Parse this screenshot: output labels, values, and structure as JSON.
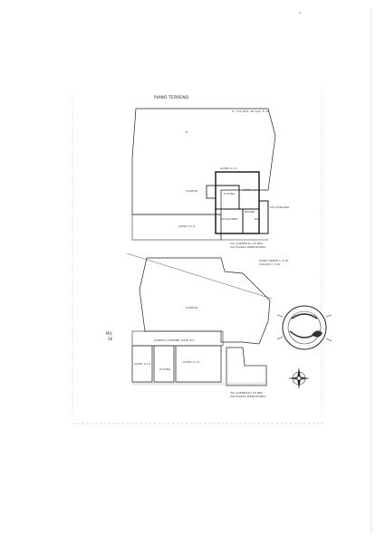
{
  "document": {
    "heading": "PIANO TERRENO",
    "sheet_ref": "Fl. 122 Part. 46 Sub. 5-74",
    "labels": {
      "altra_unita_top": "ALTRA U.I.U.",
      "cortile_left": "CORTILE",
      "cucina": "CUCINA",
      "altra_unita_right": "ALTRA U.I.U.",
      "via_fontana": "VIA FONTANA",
      "altra_uiu_left": "ALTRA U.I.U.",
      "soggiorno": "SOGGIORNO",
      "bagno": "BAGNO",
      "rip": "RIP.",
      "via_address_1a": "VIA GARIBALDI 15 ERA",
      "via_address_1b": "VIA PIAZZA MERCATORIA",
      "piano_primo": "PIANO PRIMO h 2.70",
      "piano_primo_sub": "VOLUMI h 3.20",
      "cortile_main": "CORTILE",
      "mq_label": "MQ",
      "mq_value": "36",
      "cortile_comune": "CORTILE COMUNE ALTRI UIU",
      "altra_uiu_bottom_left": "ALTRA U.I.U.",
      "cucina_bottom": "CUCINA",
      "altra_uiu_bottom": "ALTRA U.I.U.",
      "via_address_2a": "VIA GARIBALDI 15 ERA",
      "via_address_2b": "VIA PIAZZA MERCATORIA"
    }
  }
}
